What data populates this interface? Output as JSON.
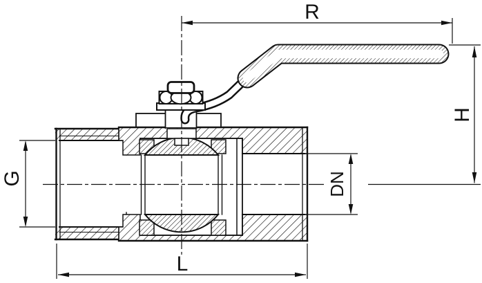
{
  "page": {
    "background_color": "#ffffff"
  },
  "diagram": {
    "kind": "technical-section-drawing",
    "subject": "two-piece ball valve with lever handle, cross-section",
    "line_color": "#111111",
    "dimension_labels": {
      "handle_length": "R",
      "overall_height": "H",
      "thread_diameter": "G",
      "nominal_bore": "DN",
      "overall_length": "L"
    }
  }
}
